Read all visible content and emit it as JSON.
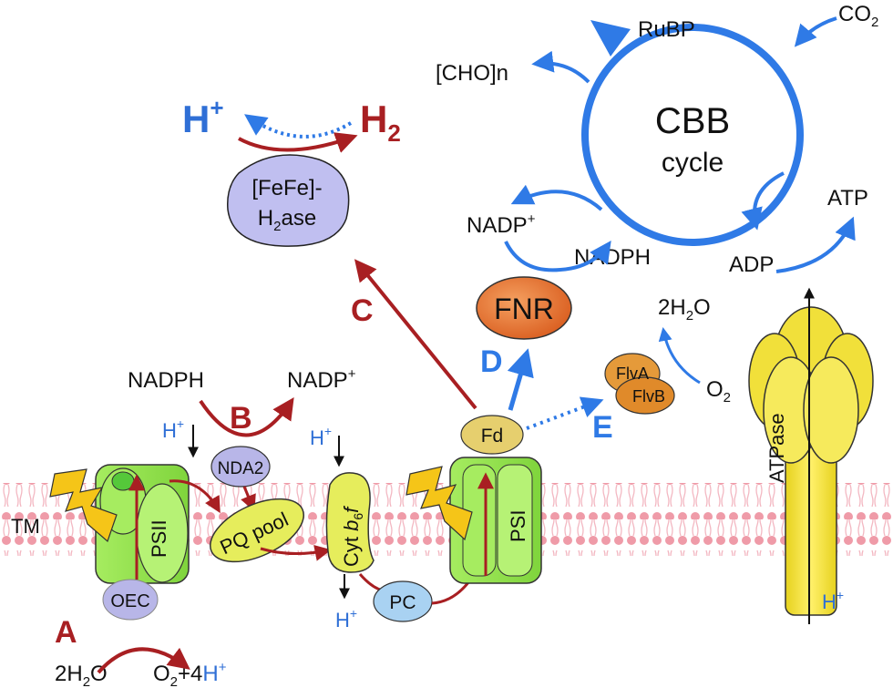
{
  "colors": {
    "red_arrow": "#a81f22",
    "blue_arrow": "#2f7ae6",
    "blue_text": "#2f6fd6",
    "membrane_head": "#ef9ba8",
    "membrane_tail": "#f3b8c2",
    "green_complex": "#8fe04a",
    "green_light": "#c9f59a",
    "yellow_bolt": "#f5c518",
    "ferredoxin": "#e6cf6e",
    "fnr": "#e06a2a",
    "flv": "#e59a3a",
    "pc": "#a9d2f2",
    "oec": "#b8b6e8",
    "hydrogenase": "#c0bff0",
    "atpase": "#f1e03a"
  },
  "labels": {
    "tm": "TM",
    "psii": "PSII",
    "psi": "PSI",
    "oec": "OEC",
    "pq_pool": "PQ pool",
    "nda2": "NDA2",
    "cyt_prefix": "Cyt ",
    "cyt_b": "b",
    "cyt_sub": "6",
    "cyt_f": "f",
    "pc": "PC",
    "fd": "Fd",
    "fnr": "FNR",
    "flva": "FlvA",
    "flvb": "FlvB",
    "atpase": "ATPase",
    "hydrogenase_line1": "[FeFe]-",
    "hydrogenase_h": "H",
    "hydrogenase_sub": "2",
    "hydrogenase_ase": "ase",
    "cbb_line1": "CBB",
    "cbb_line2": "cycle",
    "rubp": "RuBP",
    "co2": "CO",
    "co2_sub": "2",
    "cho": "[CHO]n",
    "atp": "ATP",
    "adp": "ADP",
    "nadp_plus_top": "NADP",
    "nadph_top": "NADPH",
    "nadph_b": "NADPH",
    "nadp_plus_b": "NADP",
    "plus": "+",
    "h2o_2": "2H",
    "h2o_sub": "2",
    "h2o_o": "O",
    "o2_4h_o": "O",
    "o2_4h_sub": "2",
    "o2_4h_mid": "+4",
    "h2o_flv": "2H",
    "h2o_flv_sub": "2",
    "h2o_flv_o": "O",
    "o2_flv": "O",
    "o2_flv_sub": "2",
    "h_big": "H",
    "h_big_plus": "+",
    "h2_big": "H",
    "h2_big_sub": "2",
    "proton": "H",
    "proton_plus": "+",
    "route_a": "A",
    "route_b": "B",
    "route_c": "C",
    "route_d": "D",
    "route_e": "E"
  }
}
